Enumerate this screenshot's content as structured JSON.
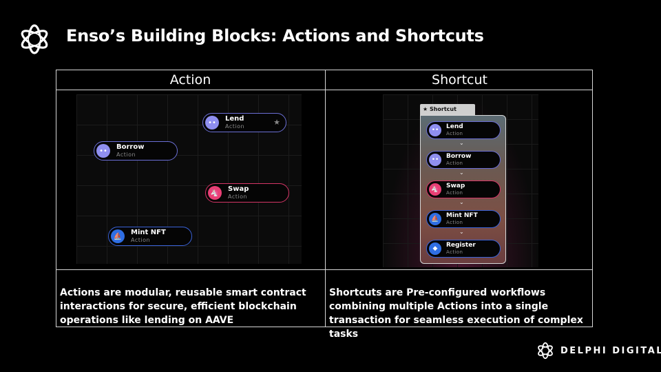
{
  "title": "Enso’s Building Blocks: Actions and Shortcuts",
  "table": {
    "col_action": "Action",
    "col_shortcut": "Shortcut",
    "desc_action": "Actions are modular, reusable smart contract interactions for secure, efficient blockchain operations like lending on AAVE",
    "desc_shortcut": "Shortcuts are Pre-configured workflows combining multiple Actions into a single transaction for seamless execution of complex tasks"
  },
  "action_panel": {
    "pills": [
      {
        "name": "Lend",
        "sub": "Action",
        "icon": "aave-ghost-icon"
      },
      {
        "name": "Borrow",
        "sub": "Action",
        "icon": "aave-ghost-icon"
      },
      {
        "name": "Swap",
        "sub": "Action",
        "icon": "uniswap-icon"
      },
      {
        "name": "Mint NFT",
        "sub": "Action",
        "icon": "opensea-icon"
      }
    ],
    "star_glyph": "★"
  },
  "shortcut_panel": {
    "tab_label": "★ Shortcut",
    "items": [
      {
        "name": "Lend",
        "sub": "Action"
      },
      {
        "name": "Borrow",
        "sub": "Action"
      },
      {
        "name": "Swap",
        "sub": "Action"
      },
      {
        "name": "Mint NFT",
        "sub": "Action"
      },
      {
        "name": "Register",
        "sub": "Action"
      }
    ],
    "chevron": "⌄"
  },
  "brand": "DELPHI DIGITAL",
  "colors": {
    "background": "#000000",
    "violet": "#8f8ff0",
    "pink": "#e93f75",
    "blue": "#2f6ee3"
  }
}
